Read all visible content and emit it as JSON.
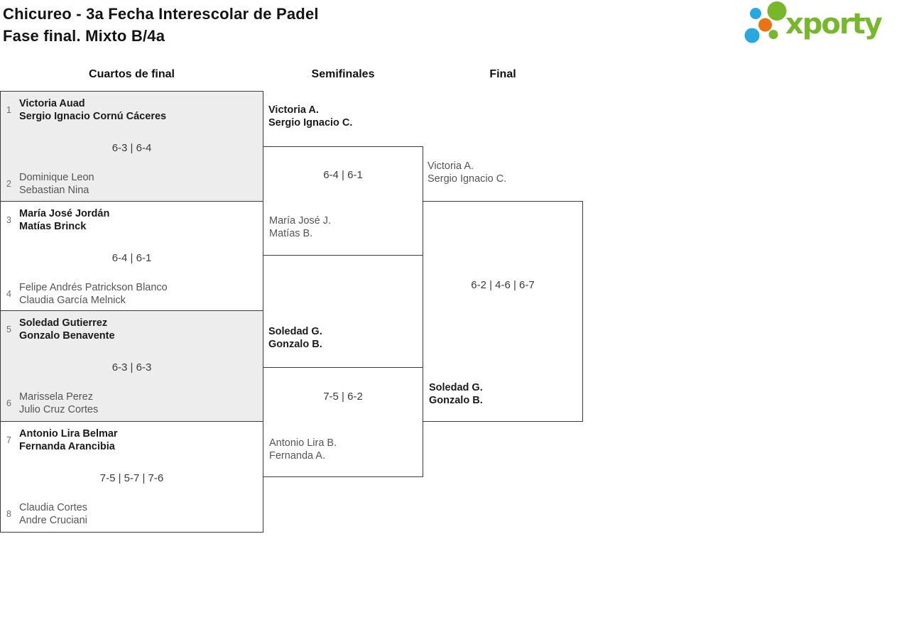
{
  "title": {
    "line1": "Chicureo - 3a Fecha Interescolar de Padel",
    "line2": "Fase final. Mixto B/4a"
  },
  "logo": {
    "brand": "xporty"
  },
  "round_headers": {
    "quarterfinals": "Cuartos de final",
    "semifinals": "Semifinales",
    "final": "Final"
  },
  "bracket": {
    "quarterfinals": [
      {
        "seed_top": "1",
        "team_top": [
          "Victoria Auad",
          "Sergio Ignacio Cornú Cáceres"
        ],
        "score": "6-3 | 6-4",
        "seed_bottom": "2",
        "team_bottom": [
          "Dominique Leon",
          "Sebastian Nina"
        ],
        "winner": "top"
      },
      {
        "seed_top": "3",
        "team_top": [
          "María José Jordán",
          "Matías Brinck"
        ],
        "score": "6-4 | 6-1",
        "seed_bottom": "4",
        "team_bottom": [
          "Felipe Andrés Patrickson Blanco",
          "Claudia García Melnick"
        ],
        "winner": "top"
      },
      {
        "seed_top": "5",
        "team_top": [
          "Soledad Gutierrez",
          "Gonzalo Benavente"
        ],
        "score": "6-3 | 6-3",
        "seed_bottom": "6",
        "team_bottom": [
          "Marissela Perez",
          "Julio Cruz Cortes"
        ],
        "winner": "top"
      },
      {
        "seed_top": "7",
        "team_top": [
          "Antonio Lira Belmar",
          "Fernanda Arancibia"
        ],
        "score": "7-5 | 5-7 | 7-6",
        "seed_bottom": "8",
        "team_bottom": [
          "Claudia Cortes",
          "Andre Cruciani"
        ],
        "winner": "top"
      }
    ],
    "semifinals": [
      {
        "team_top": [
          "Victoria A.",
          "Sergio Ignacio C."
        ],
        "score": "6-4 | 6-1",
        "team_bottom": [
          "María José J.",
          "Matías B."
        ],
        "winner": "top"
      },
      {
        "team_top": [
          "Soledad G.",
          "Gonzalo B."
        ],
        "score": "7-5 | 6-2",
        "team_bottom": [
          "Antonio Lira B.",
          "Fernanda A."
        ],
        "winner": "top"
      }
    ],
    "final": {
      "team_top": [
        "Victoria A.",
        "Sergio Ignacio C."
      ],
      "score": "6-2 | 4-6 | 6-7",
      "team_bottom": [
        "Soledad G.",
        "Gonzalo B."
      ],
      "winner": "bottom"
    }
  },
  "colors": {
    "brand_green": "#76b82a",
    "brand_blue": "#29a8e0",
    "brand_orange": "#e87511",
    "match_shade": "#ededed"
  }
}
